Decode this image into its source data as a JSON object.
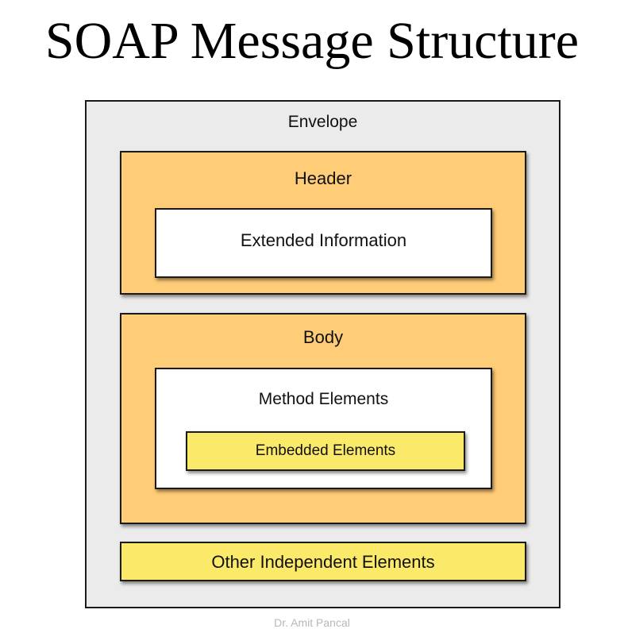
{
  "title": "SOAP Message Structure",
  "diagram": {
    "envelope": {
      "label": "Envelope",
      "color": "#ebebeb"
    },
    "header": {
      "label": "Header",
      "color": "#ffcc77"
    },
    "extended_information": {
      "label": "Extended Information",
      "color": "#ffffff"
    },
    "body": {
      "label": "Body",
      "color": "#ffcc77"
    },
    "method_elements": {
      "label": "Method Elements",
      "color": "#ffffff"
    },
    "embedded_elements": {
      "label": "Embedded Elements",
      "color": "#fbe96a"
    },
    "other_independent_elements": {
      "label": "Other Independent Elements",
      "color": "#fbe96a"
    }
  },
  "footer": {
    "credit": "Dr. Amit Pancal"
  }
}
